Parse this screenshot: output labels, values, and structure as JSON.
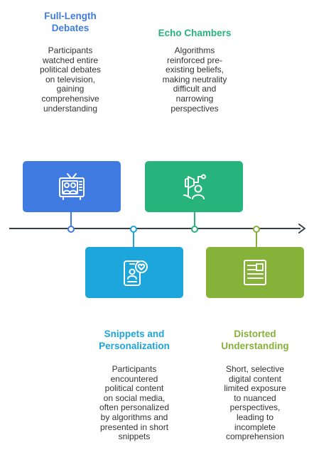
{
  "steps": [
    {
      "title_lines": [
        "Full-Length",
        "Debates"
      ],
      "description": "Participants\nwatched entire\npolitical debates\non television,\ngaining\ncomprehensive\nunderstanding",
      "color": "#3f7be0",
      "icon": "tv-icon"
    },
    {
      "title_lines": [
        "Echo Chambers"
      ],
      "description": "Algorithms\nreinforced pre-\nexisting beliefs,\nmaking neutrality\ndifficult and\nnarrowing\nperspectives",
      "color": "#27b47c",
      "icon": "echo-chamber-icon"
    },
    {
      "title_lines": [
        "Snippets and",
        "Personalization"
      ],
      "description": "Participants\nencountered\npolitical content\non social media,\noften personalized\nby algorithms and\npresented in short\nsnippets",
      "color": "#1ca6dc",
      "icon": "phone-heart-icon"
    },
    {
      "title_lines": [
        "Distorted",
        "Understanding"
      ],
      "description": "Short, selective\ndigital content\nlimited exposure\nto nuanced\nperspectives,\nleading to\nincomplete\ncomprehension",
      "color": "#86b23a",
      "icon": "document-icon"
    }
  ],
  "timeline_color": "#3b4047"
}
